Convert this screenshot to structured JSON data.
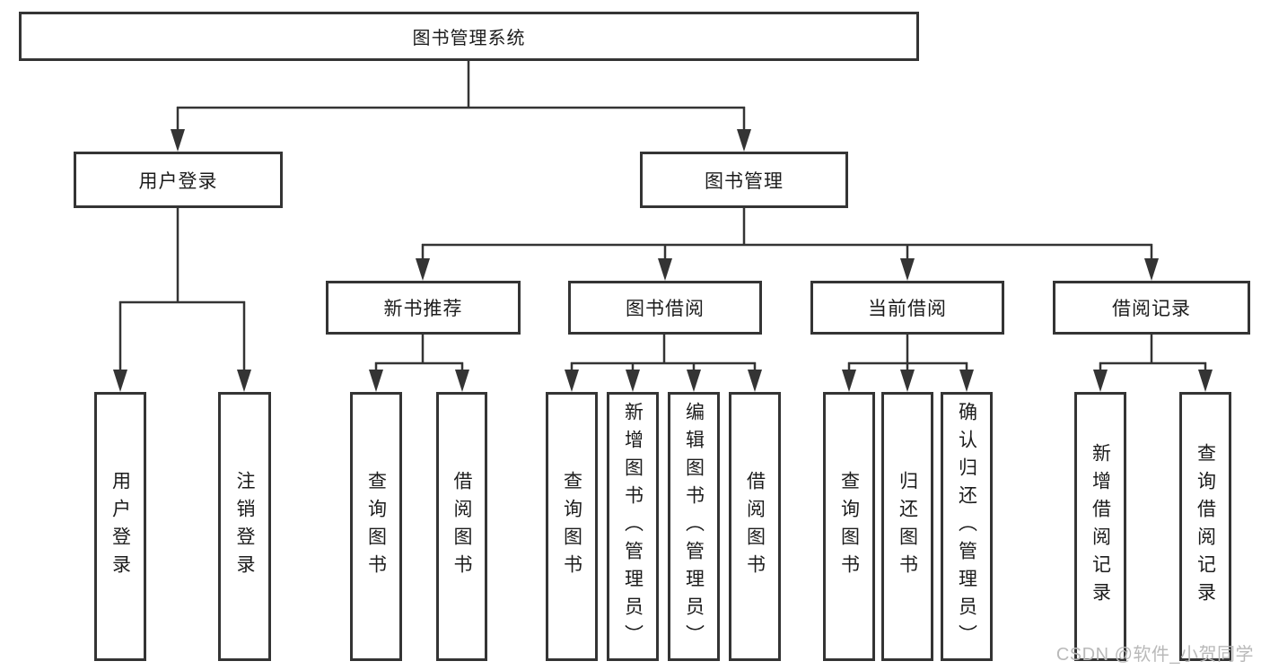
{
  "diagram": {
    "title": "图书管理系统",
    "level2": {
      "login": "用户登录",
      "book_mgmt": "图书管理"
    },
    "level3": {
      "new_book": "新书推荐",
      "book_borrow": "图书借阅",
      "current_borrow": "当前借阅",
      "borrow_records": "借阅记录"
    },
    "leaves": {
      "login": [
        "用户登录",
        "注销登录"
      ],
      "new_book": [
        "查询图书",
        "借阅图书"
      ],
      "book_borrow": [
        "查询图书",
        "新增图书（管理员）",
        "编辑图书（管理员）",
        "借阅图书"
      ],
      "current_borrow": [
        "查询图书",
        "归还图书",
        "确认归还（管理员）"
      ],
      "borrow_records": [
        "新增借阅记录",
        "查询借阅记录"
      ]
    },
    "colors": {
      "line": "#343434",
      "text": "#1c1c1c",
      "watermark": "#b9b9b9",
      "background": "#ffffff"
    }
  },
  "watermark": {
    "text": "CSDN @软件_小贺同学"
  }
}
